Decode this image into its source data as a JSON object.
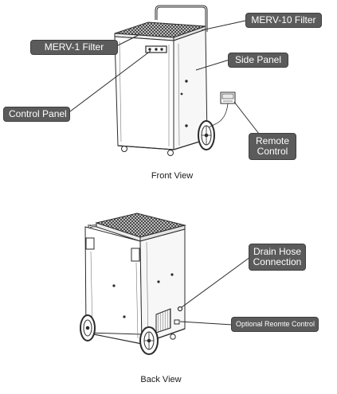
{
  "front": {
    "caption": "Front View",
    "labels": {
      "merv1": "MERV-1 Filter",
      "merv10": "MERV-10 Filter",
      "side_panel": "Side Panel",
      "control_panel": "Control Panel",
      "remote_control": "Remote Control"
    }
  },
  "back": {
    "caption": "Back View",
    "labels": {
      "drain_hose": "Drain Hose Connection",
      "optional_remote": "Optional Reomte Control"
    }
  },
  "colors": {
    "callout_bg": "#5b5b5b",
    "line": "#2b2b2b",
    "grille": "#3a3a3a"
  }
}
